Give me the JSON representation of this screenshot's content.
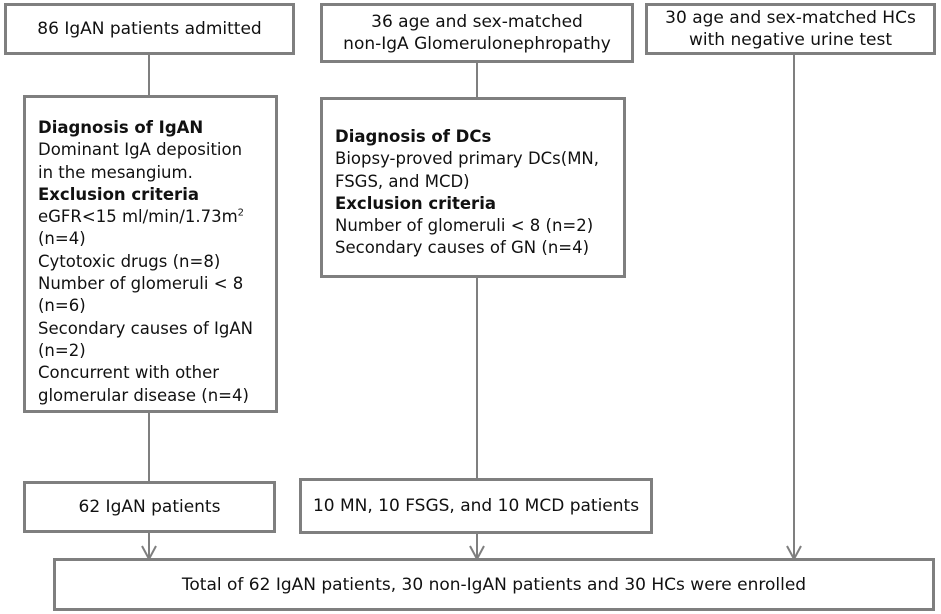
{
  "flowchart": {
    "top": {
      "igan": "86 IgAN patients admitted",
      "non_iga_line1": "36 age and sex-matched",
      "non_iga_line2": "non-IgA Glomerulonephropathy",
      "hc_line1": "30 age and sex-matched HCs",
      "hc_line2": "with negative urine test"
    },
    "igan_criteria": {
      "diag_heading": "Diagnosis of IgAN",
      "diag_line1": "Dominant IgA deposition",
      "diag_line2": "in the mesangium.",
      "excl_heading": "Exclusion criteria",
      "egfr_text": "eGFR<15 ml/min/1.73m",
      "egfr_sup": "2",
      "egfr_n": "(n=4)",
      "cytotoxic": "Cytotoxic drugs (n=8)",
      "glomeruli": "Number of glomeruli < 8",
      "glomeruli_n": "(n=6)",
      "secondary": "Secondary causes of IgAN",
      "secondary_n": "(n=2)",
      "concurrent1": "Concurrent with other",
      "concurrent2": "glomerular disease (n=4)"
    },
    "dc_criteria": {
      "diag_heading": "Diagnosis of DCs",
      "diag_line1": "Biopsy-proved primary DCs(MN,",
      "diag_line2": "FSGS, and MCD)",
      "excl_heading": "Exclusion criteria",
      "glomeruli": "Number of glomeruli < 8 (n=2)",
      "secondary": "Secondary causes of GN (n=4)"
    },
    "results": {
      "igan": "62 IgAN patients",
      "dc": "10 MN, 10 FSGS, and 10 MCD patients"
    },
    "final": "Total of 62 IgAN patients, 30 non-IgAN patients and 30 HCs were enrolled"
  },
  "colors": {
    "border": "#7f7f7f",
    "text": "#111111"
  }
}
